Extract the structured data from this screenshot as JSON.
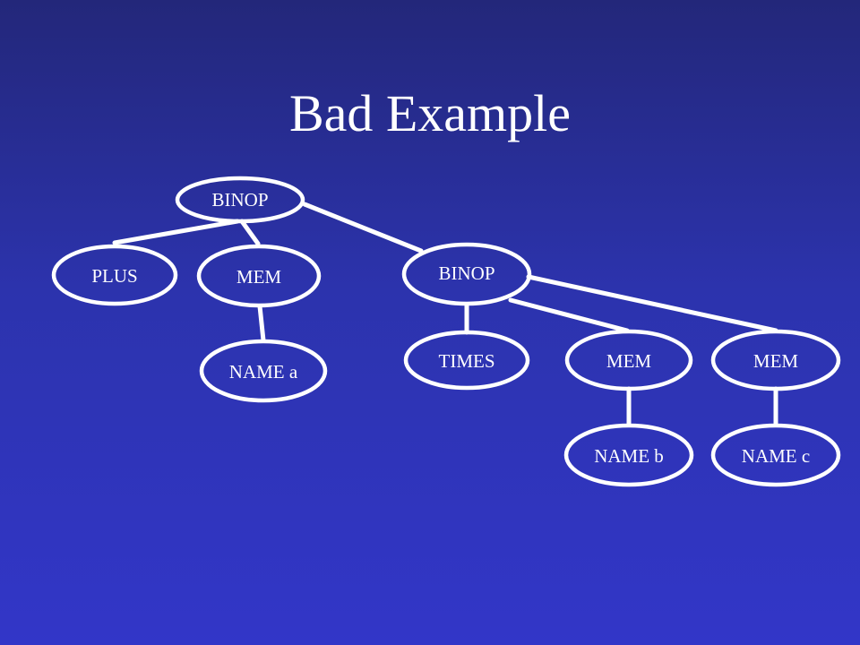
{
  "slide": {
    "title": "Bad Example"
  },
  "tree": {
    "nodes": [
      {
        "id": "binop-root",
        "label": "BINOP"
      },
      {
        "id": "plus",
        "label": "PLUS"
      },
      {
        "id": "mem-a",
        "label": "MEM"
      },
      {
        "id": "name-a",
        "label": "NAME a"
      },
      {
        "id": "binop-inner",
        "label": "BINOP"
      },
      {
        "id": "times",
        "label": "TIMES"
      },
      {
        "id": "mem-b",
        "label": "MEM"
      },
      {
        "id": "mem-c",
        "label": "MEM"
      },
      {
        "id": "name-b",
        "label": "NAME b"
      },
      {
        "id": "name-c",
        "label": "NAME c"
      }
    ],
    "edges": [
      [
        "binop-root",
        "plus"
      ],
      [
        "binop-root",
        "mem-a"
      ],
      [
        "binop-root",
        "binop-inner"
      ],
      [
        "mem-a",
        "name-a"
      ],
      [
        "binop-inner",
        "times"
      ],
      [
        "binop-inner",
        "mem-b"
      ],
      [
        "binop-inner",
        "mem-c"
      ],
      [
        "mem-b",
        "name-b"
      ],
      [
        "mem-c",
        "name-c"
      ]
    ],
    "colors": {
      "background_top": "#23277a",
      "background_bottom": "#3236c8",
      "stroke": "#ffffff",
      "text": "#ffffff"
    }
  }
}
